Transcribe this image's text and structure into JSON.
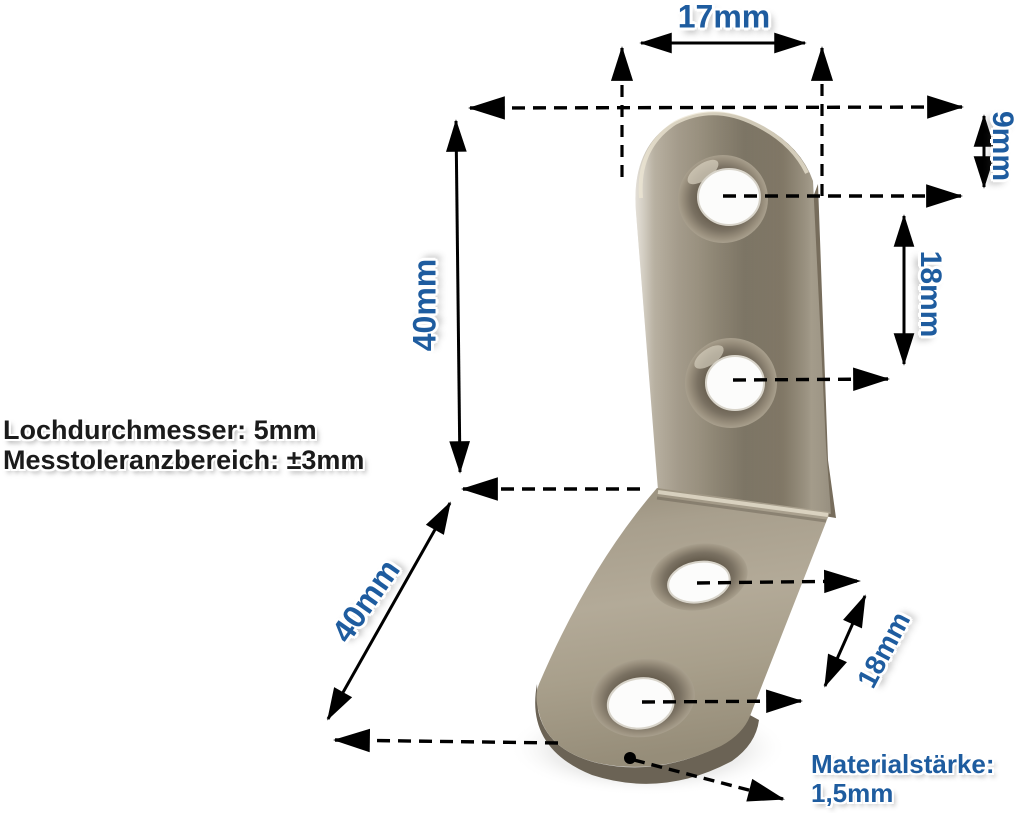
{
  "diagram": {
    "dimension_labels": {
      "top_width": "17mm",
      "top_edge_to_first_hole": "9mm",
      "vertical_hole_spacing": "18mm",
      "vertical_leg_length": "40mm",
      "horizontal_leg_length": "40mm",
      "horizontal_hole_spacing": "18mm"
    },
    "notes": {
      "hole_diameter": "Lochdurchmesser: 5mm",
      "measurement_tolerance": "Messtoleranzbereich: ±3mm",
      "material_thickness_label": "Materialstärke:",
      "material_thickness_value": "1,5mm"
    },
    "colors": {
      "dimension_text": "#1e5c9f",
      "note_text": "#1b1b1b",
      "arrow": "#000000",
      "background": "#ffffff"
    }
  }
}
